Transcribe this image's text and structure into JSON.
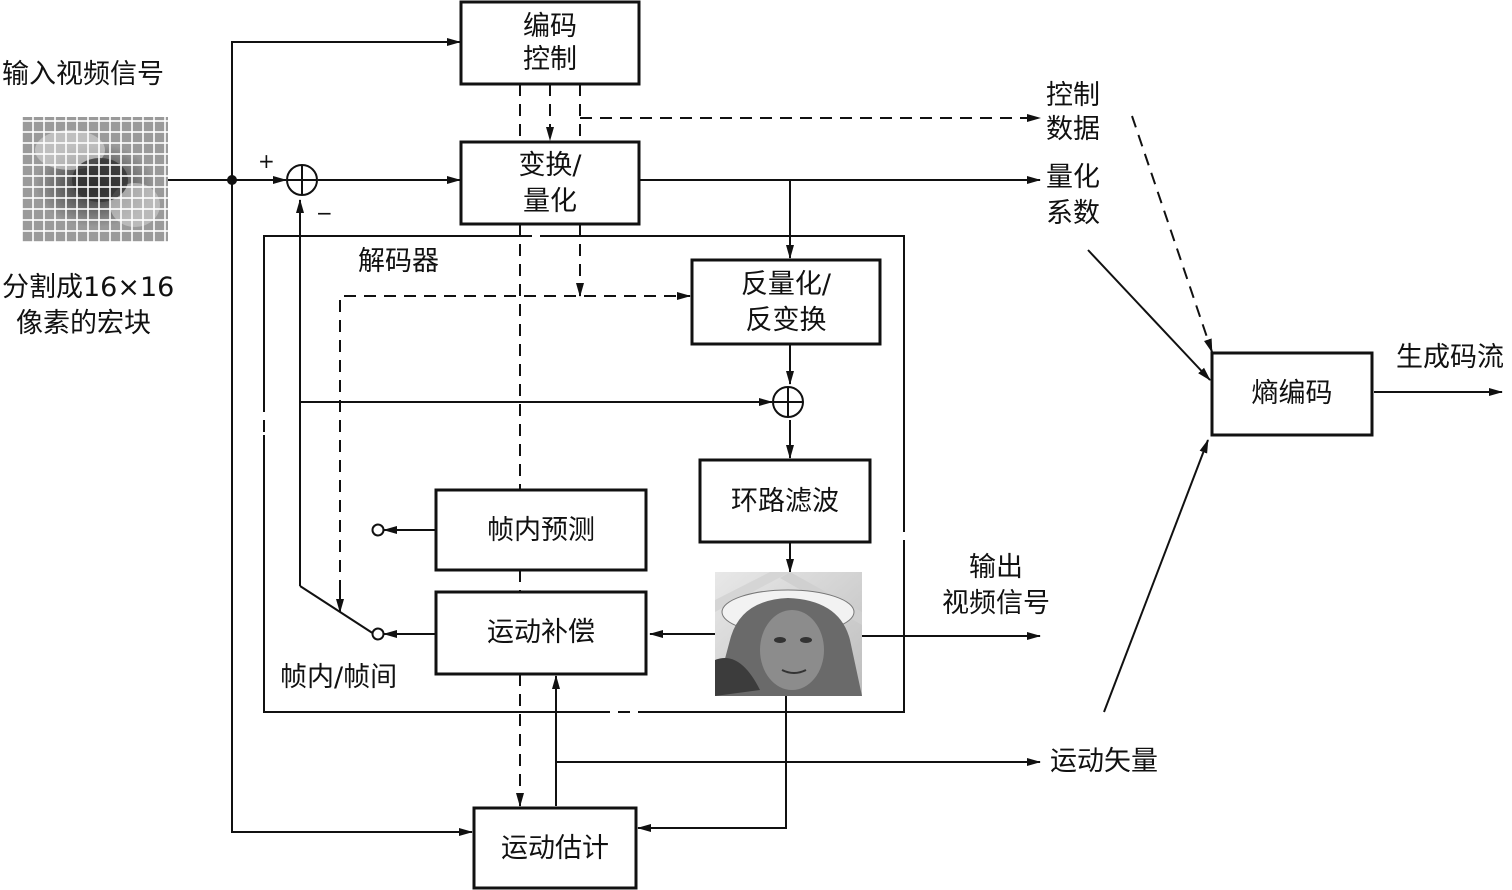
{
  "blocks": {
    "coding_control": [
      "编码",
      "控制"
    ],
    "transform_quant": [
      "变换/",
      "量化"
    ],
    "inverse": [
      "反量化/",
      "反变换"
    ],
    "loop_filter": "环路滤波",
    "intra_pred": "帧内预测",
    "motion_comp": "运动补偿",
    "motion_est": "运动估计",
    "entropy": "熵编码"
  },
  "labels": {
    "input_signal": "输入视频信号",
    "macroblock": [
      "分割成16×16",
      "像素的宏块"
    ],
    "decoder": "解码器",
    "intra_inter": "帧内/帧间",
    "control_data": [
      "控制",
      "数据"
    ],
    "quant_coeff": [
      "量化",
      "系数"
    ],
    "output_signal": [
      "输出",
      "视频信号"
    ],
    "motion_vector": "运动矢量",
    "bitstream": "生成码流",
    "plus": "+",
    "minus": "−"
  },
  "images": {
    "input_frame": "macroblock-grid-image",
    "reconstructed_frame": "decoded-face-image"
  }
}
